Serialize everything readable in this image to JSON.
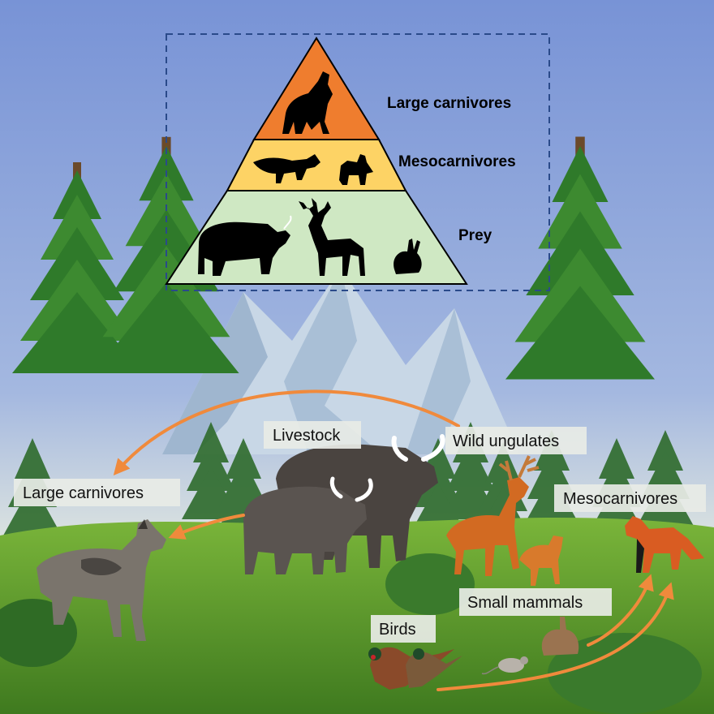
{
  "pyramid": {
    "tiers": [
      {
        "label": "Large carnivores",
        "color": "#ef7d2e"
      },
      {
        "label": "Mesocarnivores",
        "color": "#fdd365"
      },
      {
        "label": "Prey",
        "color": "#cfe8c3"
      }
    ]
  },
  "scene_labels": {
    "livestock": "Livestock",
    "wild_ungulates": "Wild ungulates",
    "large_carnivores": "Large carnivores",
    "mesocarnivores": "Mesocarnivores",
    "small_mammals": "Small mammals",
    "birds": "Birds"
  },
  "colors": {
    "sky_top": "#7893d6",
    "sky_bottom": "#d8e4ea",
    "grass": "#5c9a2e",
    "arrow": "#f08a3c",
    "label_box": "#e8ebe6"
  }
}
